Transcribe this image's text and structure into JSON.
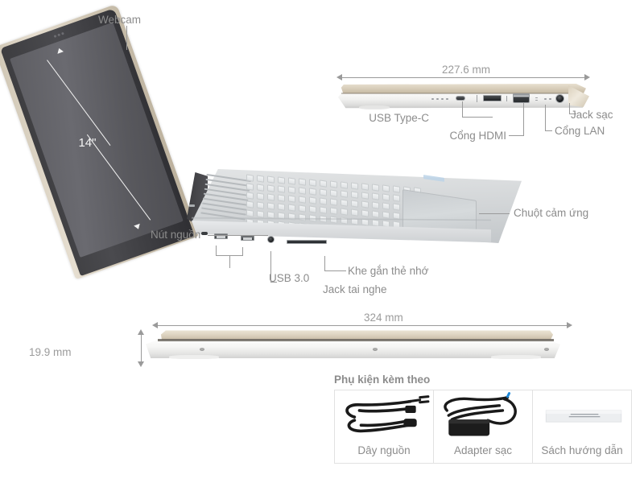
{
  "product": {
    "screen_size_label": "14\"",
    "labels": {
      "webcam": "Webcam",
      "power_button": "Nút nguồn",
      "usb3": "USB 3.0",
      "headphone_jack": "Jack tai nghe",
      "card_slot": "Khe gắn thẻ nhớ",
      "touchpad": "Chuột cảm ứng",
      "usb_type_c": "USB Type-C",
      "hdmi_port": "Cổng HDMI",
      "lan_port": "Cổng LAN",
      "charge_jack": "Jack sạc"
    },
    "dimensions": {
      "width_label": "227.6 mm",
      "depth_label": "324 mm",
      "height_label": "19.9 mm"
    }
  },
  "accessories": {
    "title": "Phụ kiện kèm theo",
    "items": [
      {
        "name": "Dây nguồn",
        "icon": "power-cable-icon"
      },
      {
        "name": "Adapter sạc",
        "icon": "power-adapter-icon"
      },
      {
        "name": "Sách hướng dẫn",
        "icon": "manual-booklet-icon"
      }
    ]
  },
  "colors": {
    "background": "#ffffff",
    "label_text": "#8c8c8c",
    "dimension_text": "#9b9b9b",
    "leader_line": "#9a9a9a",
    "lid_gold": "#ddd3c0",
    "screen_dark": "#5e5e63",
    "body_silver": "#e2e4e5",
    "accessory_border": "#e2e2e2"
  }
}
